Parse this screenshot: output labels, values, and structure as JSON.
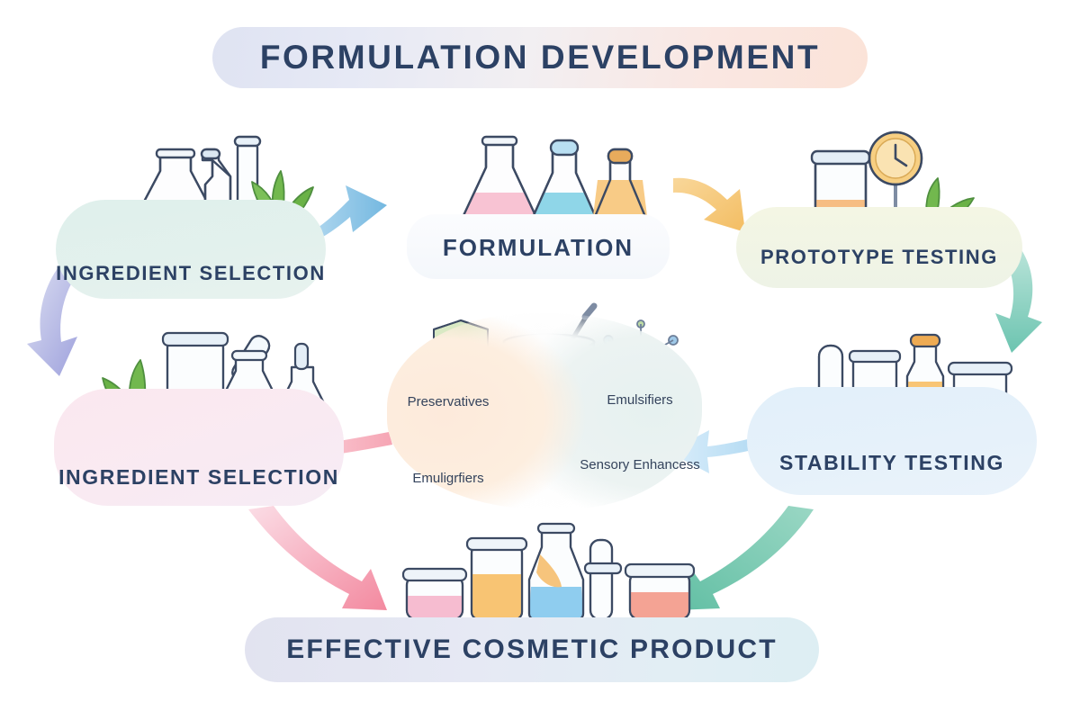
{
  "title": {
    "text": "FORMULATION DEVELOPMENT",
    "pill_gradient_from": "#dfe3f2",
    "pill_gradient_to": "#fbe3d8",
    "text_color": "#2c4164"
  },
  "stages": [
    {
      "id": "ingredient-selection-top",
      "label": "INGREDIENT SELECTION",
      "card_color": "#e3f1ed",
      "illustration": "flasks-and-leaves",
      "items": [
        "pink-conical-flask",
        "green-dropper-bottle",
        "clear-test-tube",
        "green-leaves"
      ]
    },
    {
      "id": "formulation",
      "label": "FORMULATION",
      "card_color": "#f7f9fc",
      "illustration": "three-flasks",
      "items": [
        "pink-flask",
        "cyan-flask",
        "orange-flask"
      ]
    },
    {
      "id": "prototype-testing",
      "label": "PROTOTYPE TESTING",
      "card_color": "#eef3e6",
      "illustration": "jar-clock-leaves",
      "items": [
        "orange-jar",
        "amber-clock",
        "green-leaves"
      ]
    },
    {
      "id": "stability-testing",
      "label": "STABILITY TESTING",
      "card_color": "#e6f1fa",
      "illustration": "vessels-and-stopwatch",
      "items": [
        "stopwatch",
        "cyan-test-tube",
        "pink-jar",
        "orange-bottle",
        "cyan-jar"
      ]
    },
    {
      "id": "ingredient-selection-bottom",
      "label": "INGREDIENT SELECTION",
      "card_color": "#f9eaf2",
      "illustration": "leaves-jar-flasks",
      "items": [
        "green-leaves",
        "purple-jar",
        "tilted-test-tube",
        "orange-flask",
        "blue-dropper-flask"
      ]
    }
  ],
  "center": {
    "illustration": "mixing-bowl-with-pipette",
    "labels": [
      {
        "id": "preservatives",
        "text": "Preservatives",
        "icon": "shield-icon"
      },
      {
        "id": "emulgrfiers",
        "text": "Emuligrfiers",
        "icon": "flower-icon"
      },
      {
        "id": "emulsifiers",
        "text": "Emulsifiers",
        "icon": "molecule-icon"
      },
      {
        "id": "sensory-enhancers",
        "text": "Sensory\nEnhancess",
        "icon": "sparkle-burst-icon"
      }
    ],
    "label_color": "#34435c"
  },
  "outcome": {
    "label": "EFFECTIVE COSMETIC PRODUCT",
    "banner_color": "#e4e8f3",
    "illustration": "product-lineup",
    "items": [
      "pink-jar",
      "orange-jar",
      "blue-orange-flask",
      "test-tube",
      "coral-jar"
    ]
  },
  "arrows": [
    {
      "id": "arrow-ingredient-to-formulation",
      "color": "#8cc5e8",
      "direction": "right"
    },
    {
      "id": "arrow-formulation-to-prototype",
      "color": "#f6c572",
      "direction": "down-right"
    },
    {
      "id": "arrow-prototype-to-stability",
      "color": "#7fcbbd",
      "direction": "down"
    },
    {
      "id": "arrow-stability-to-center",
      "color": "#a9d3ef",
      "direction": "left"
    },
    {
      "id": "arrow-center-to-ingredient",
      "color": "#f0919f",
      "direction": "left"
    },
    {
      "id": "arrow-ingredient-down-left",
      "color": "#9fa2dd",
      "direction": "down-left"
    },
    {
      "id": "arrow-ingredient-to-product",
      "color": "#f4a0b4",
      "direction": "down-right"
    },
    {
      "id": "arrow-stability-to-product",
      "color": "#6ec6ac",
      "direction": "down-left"
    }
  ]
}
